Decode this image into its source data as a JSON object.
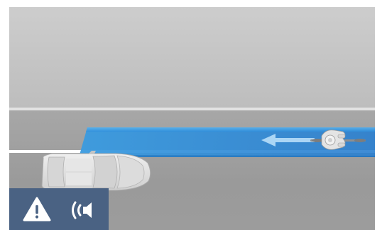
{
  "scene": {
    "type": "rear cross traffic / cyclist detection illustration",
    "objects": [
      "car-top-view",
      "cyclist-top-view",
      "detection-zone",
      "direction-arrow"
    ],
    "colors": {
      "sky": "#c6c6c6",
      "road": "#a0a0a0",
      "lane_line": "#ffffff",
      "detection_zone": "#2a8fd8",
      "warning_panel": "#4a6283",
      "warning_icon": "#ffffff"
    }
  },
  "warning_panel": {
    "icons": [
      "warning-triangle-icon",
      "sound-alert-icon"
    ]
  }
}
